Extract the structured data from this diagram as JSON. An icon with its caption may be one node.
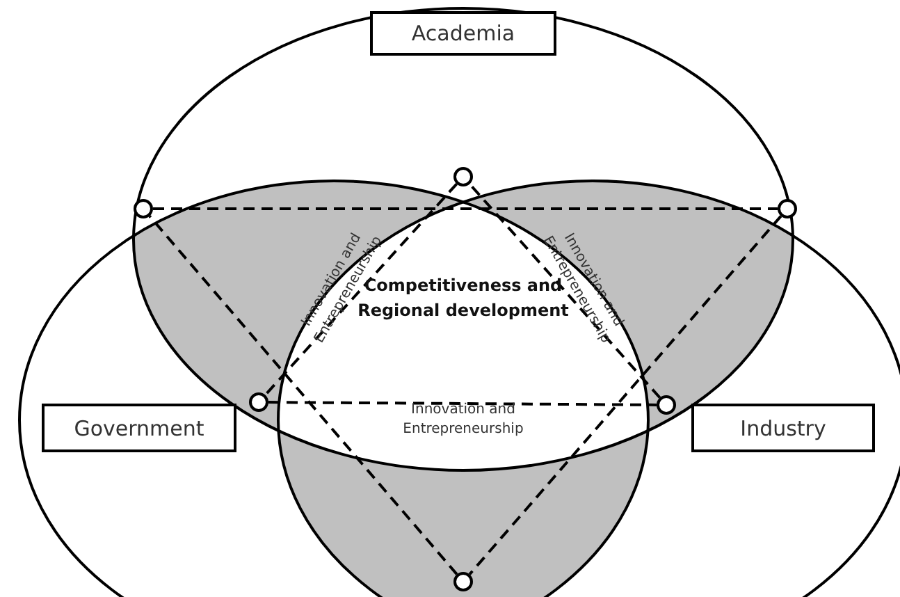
{
  "diagram": {
    "nodes": [
      {
        "text": [
          "Academia"
        ]
      },
      {
        "text": [
          "Government"
        ]
      },
      {
        "text": [
          "Industry"
        ]
      },
      {
        "text": [],
        "shape": "circle"
      },
      {
        "text": [],
        "shape": "circle"
      },
      {
        "text": [],
        "shape": "circle"
      },
      {
        "text": [],
        "shape": "circle"
      },
      {
        "text": [],
        "shape": "circle"
      },
      {
        "text": [],
        "shape": "circle"
      }
    ],
    "edges": [
      {
        "from": 3,
        "to": 5,
        "arrow": "none",
        "style": "dashed"
      },
      {
        "from": 5,
        "to": 8,
        "arrow": "none",
        "style": "dashed"
      },
      {
        "from": 8,
        "to": 3,
        "arrow": "none",
        "style": "dashed"
      },
      {
        "from": 4,
        "to": 6,
        "arrow": "none",
        "style": "dashed"
      },
      {
        "from": 6,
        "to": 7,
        "arrow": "none",
        "style": "dashed"
      },
      {
        "from": 7,
        "to": 4,
        "arrow": "none",
        "style": "dashed"
      }
    ],
    "labels": [
      "Innovation and Entrepreneurship",
      "Innovation and Entrepreneurship",
      "Competitiveness and Regional development",
      "Innovation and Entrepreneurship"
    ]
  }
}
